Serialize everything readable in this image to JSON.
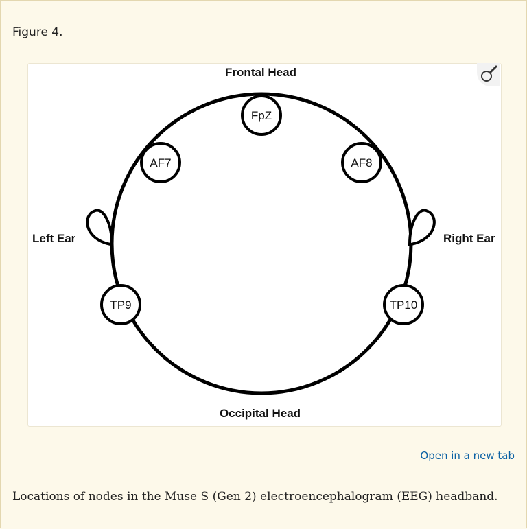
{
  "figure": {
    "label": "Figure 4.",
    "caption": "Locations of nodes in the Muse S (Gen 2) electroencephalogram (EEG) headband.",
    "open_link": "Open in a new tab",
    "zoom_icon": "magnifier-icon"
  },
  "diagram": {
    "labels": {
      "top": "Frontal Head",
      "bottom": "Occipital Head",
      "left": "Left Ear",
      "right": "Right Ear"
    },
    "nodes": [
      {
        "id": "fpz",
        "label": "FpZ"
      },
      {
        "id": "af7",
        "label": "AF7"
      },
      {
        "id": "af8",
        "label": "AF8"
      },
      {
        "id": "tp9",
        "label": "TP9"
      },
      {
        "id": "tp10",
        "label": "TP10"
      }
    ]
  }
}
